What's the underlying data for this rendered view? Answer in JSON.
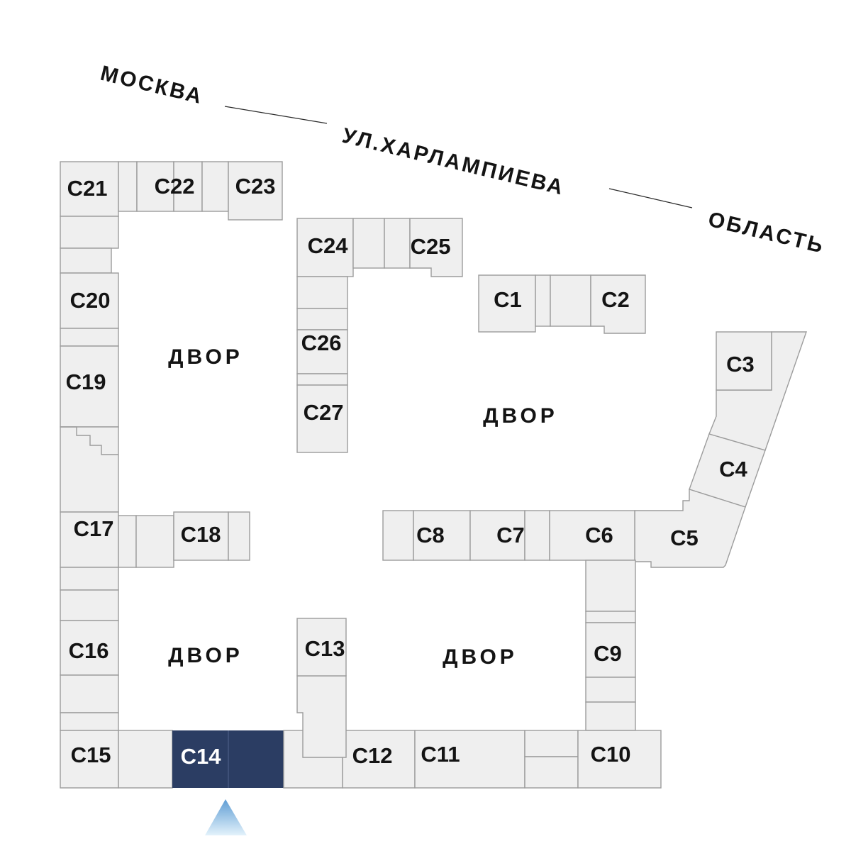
{
  "streets": {
    "left": "МОСКВА",
    "middle": "УЛ.ХАРЛАМПИЕВА",
    "right": "ОБЛАСТЬ"
  },
  "courtyards": [
    "ДВОР",
    "ДВОР",
    "ДВОР",
    "ДВОР"
  ],
  "selected_block": "С14",
  "colors": {
    "block_fill": "#efefef",
    "block_stroke": "#9c9c9c",
    "text_dark": "#141414",
    "highlight_fill": "#2b3d63",
    "highlight_divider": "#44567e",
    "highlight_text": "#ffffff",
    "pointer_top": "#5f9dd4",
    "pointer_bottom": "#e3f2fb",
    "street_line": "#2a2a2a"
  },
  "blocks": {
    "c1": {
      "label": "С1"
    },
    "c2": {
      "label": "С2"
    },
    "c3": {
      "label": "С3"
    },
    "c4": {
      "label": "С4"
    },
    "c5": {
      "label": "С5"
    },
    "c6": {
      "label": "С6"
    },
    "c7": {
      "label": "С7"
    },
    "c8": {
      "label": "С8"
    },
    "c9": {
      "label": "С9"
    },
    "c10": {
      "label": "С10"
    },
    "c11": {
      "label": "С11"
    },
    "c12": {
      "label": "С12"
    },
    "c13": {
      "label": "С13"
    },
    "c14": {
      "label": "С14"
    },
    "c15": {
      "label": "С15"
    },
    "c16": {
      "label": "С16"
    },
    "c17": {
      "label": "С17"
    },
    "c18": {
      "label": "С18"
    },
    "c19": {
      "label": "С19"
    },
    "c20": {
      "label": "С20"
    },
    "c21": {
      "label": "С21"
    },
    "c22": {
      "label": "С22"
    },
    "c23": {
      "label": "С23"
    },
    "c24": {
      "label": "С24"
    },
    "c25": {
      "label": "С25"
    },
    "c26": {
      "label": "С26"
    },
    "c27": {
      "label": "С27"
    }
  }
}
